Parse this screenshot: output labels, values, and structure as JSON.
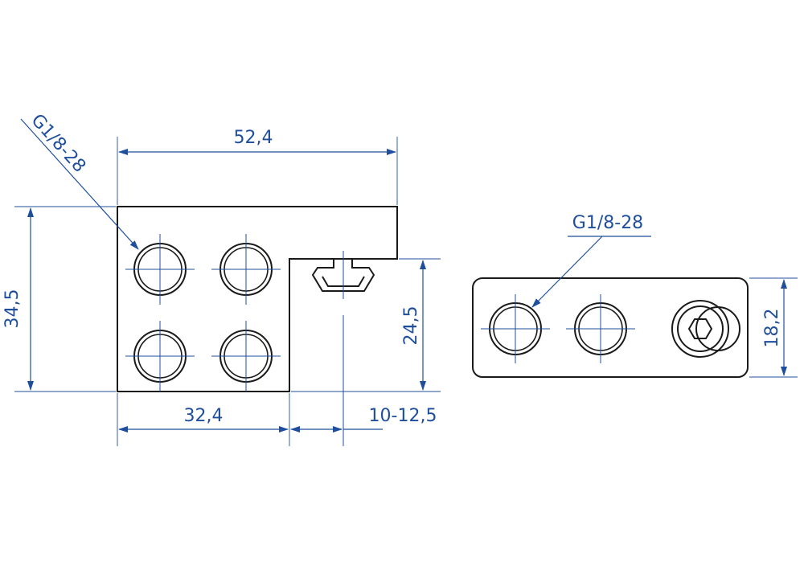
{
  "colors": {
    "dimension": "#1f4f9c",
    "outline": "#1a1a1a",
    "background": "#ffffff"
  },
  "front_view": {
    "thread_callout": "G1/8-28",
    "overall_width": "52,4",
    "overall_height": "34,5",
    "lower_width": "32,4",
    "slot_height": "24,5",
    "clamp_range": "10-12,5"
  },
  "side_view": {
    "thread_callout": "G1/8-28",
    "height": "18,2"
  }
}
